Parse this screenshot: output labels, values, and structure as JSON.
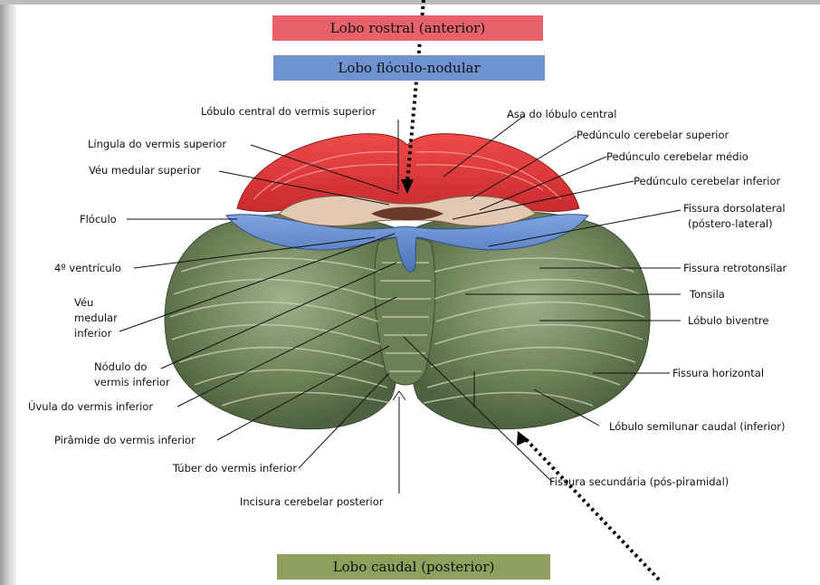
{
  "banners": {
    "rostral": "Lobo rostral (anterior)",
    "flocculonodular": "Lobo flóculo-nodular",
    "caudal": "Lobo caudal (posterior)"
  },
  "labels": {
    "lobulo_central": "Lóbulo central do vermis superior",
    "lingula": "Língula do vermis superior",
    "veu_sup": "Véu medular superior",
    "floculo": "Flóculo",
    "quarto_ventriculo": "4º ventrículo",
    "veu_inf_1": "Véu",
    "veu_inf_2": "medular",
    "veu_inf_3": "inferior",
    "nodulo_1": "Nódulo do",
    "nodulo_2": "vermis inferior",
    "uvula": "Úvula do vermis inferior",
    "piramide": "Pirâmide do vermis inferior",
    "tuber": "Túber do vermis inferior",
    "incisura": "Incisura cerebelar posterior",
    "asa": "Asa do lóbulo central",
    "ped_sup": "Pedúnculo cerebelar superior",
    "ped_med": "Pedúnculo cerebelar médio",
    "ped_inf": "Pedúnculo cerebelar inferior",
    "fis_dorso_1": "Fissura dorsolateral",
    "fis_dorso_2": "(póstero-lateral)",
    "fis_retro": "Fissura retrotonsilar",
    "tonsila": "Tonsila",
    "biventre": "Lóbulo biventre",
    "fis_horiz": "Fissura horizontal",
    "semilunar": "Lóbulo semilunar caudal (inferior)",
    "fis_sec": "Fissura secundária (pós-piramidal)"
  },
  "colors": {
    "rostral": "#e8626a",
    "flocculonodular": "#6f93d0",
    "caudal": "#8e9f5e"
  }
}
